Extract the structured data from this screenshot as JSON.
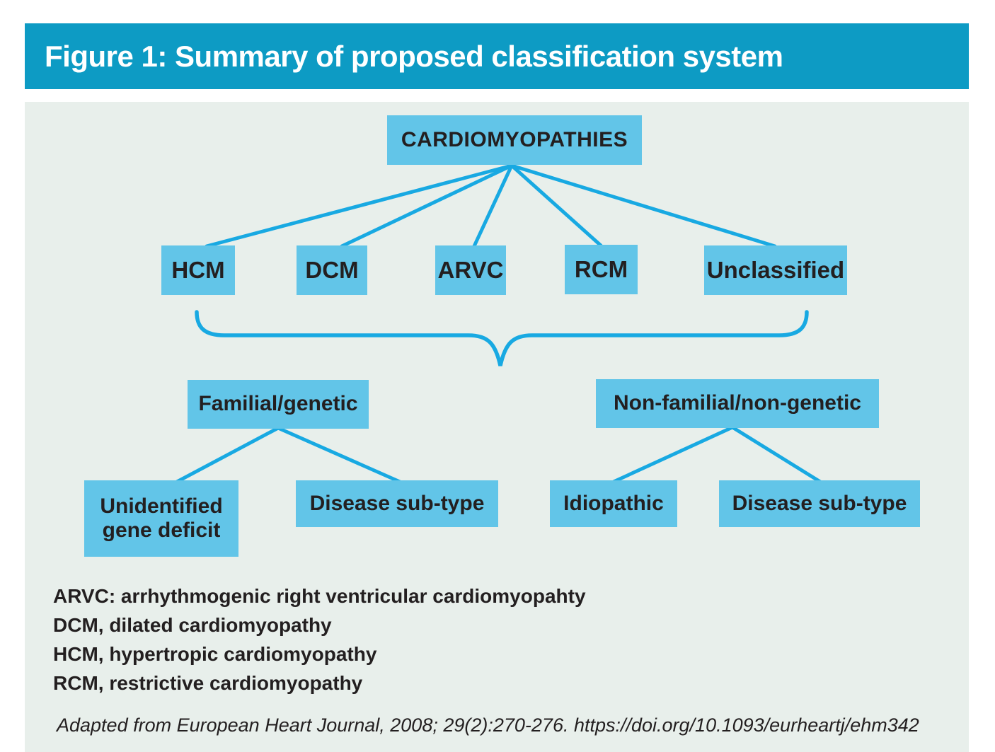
{
  "figure": {
    "title": "Figure 1: Summary of proposed classification system"
  },
  "colors": {
    "header_bg": "#0d9bc4",
    "panel_bg": "#e8efeb",
    "node_fill": "#62c5e8",
    "connector": "#18a9e2",
    "text_dark": "#231f20",
    "title_text": "#ffffff"
  },
  "nodes": {
    "root": "CARDIOMYOPATHIES",
    "hcm": "HCM",
    "dcm": "DCM",
    "arvc": "ARVC",
    "rcm": "RCM",
    "unclassified": "Unclassified",
    "familial": "Familial/genetic",
    "nonfamilial": "Non-familial/non-genetic",
    "unidentified": "Unidentified gene deficit",
    "disease_subtype_left": "Disease sub-type",
    "idiopathic": "Idiopathic",
    "disease_subtype_right": "Disease sub-type"
  },
  "legend": [
    "ARVC: arrhythmogenic right ventricular cardiomyopahty",
    "DCM, dilated cardiomyopathy",
    "HCM, hypertropic cardiomyopathy",
    "RCM, restrictive cardiomyopathy"
  ],
  "citation": "Adapted from European Heart Journal, 2008; 29(2):270-276. https://doi.org/10.1093/eurheartj/ehm342"
}
